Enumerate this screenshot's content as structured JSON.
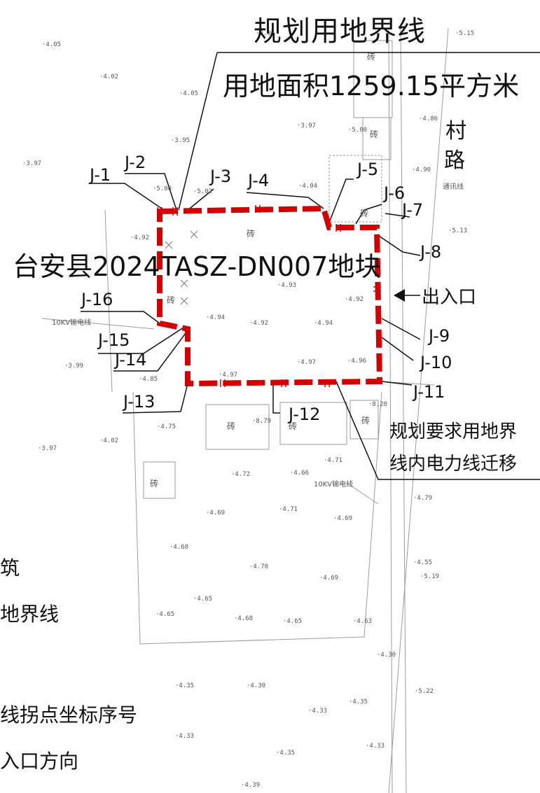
{
  "labels": {
    "title": "规划用地界线",
    "area": "用地面积1259.15平方米",
    "parcel": "台安县2024TASZ-DN007地块",
    "entrance": "出入口",
    "entrance_icon": "arrow-left-icon",
    "road_char1": "村",
    "road_char2": "路",
    "note_line1": "规划要求用地界",
    "note_line2": "线内电力线迁移",
    "legend_1": "建筑",
    "legend_2": "用地界线",
    "legend_3": "界线拐点坐标序号",
    "legend_4": "出入口方向",
    "powerline_1": "10KV输电线",
    "powerline_2": "10KV输电线",
    "brick": "砖",
    "road_small": "通讯线"
  },
  "points": [
    "J-1",
    "J-2",
    "J-3",
    "J-4",
    "J-5",
    "J-6",
    "J-7",
    "J-8",
    "J-9",
    "J-10",
    "J-11",
    "J-12",
    "J-13",
    "J-14",
    "J-15",
    "J-16"
  ],
  "elevations": [
    "4.05",
    "4.02",
    "3.97",
    "4.05",
    "3.95",
    "3.97",
    "5.02",
    "5.00",
    "4.04",
    "3.97",
    "5.00",
    "5.15",
    "4.86",
    "4.90",
    "5.13",
    "4.92",
    "4.93",
    "4.92",
    "4.94",
    "4.92",
    "4.94",
    "4.97",
    "4.97",
    "4.96",
    "4.85",
    "3.99",
    "4.75",
    "4.02",
    "3.97",
    "8.79",
    "8.20",
    "4.71",
    "4.72",
    "4.66",
    "4.69",
    "4.71",
    "4.69",
    "4.79",
    "4.68",
    "4.70",
    "4.69",
    "4.65",
    "4.65",
    "4.68",
    "4.65",
    "4.63",
    "4.55",
    "4.30",
    "4.35",
    "4.30",
    "4.35",
    "4.33",
    "5.22",
    "4.33",
    "4.35",
    "4.33",
    "4.39",
    "5.19"
  ],
  "colors": {
    "boundary": "#d40000",
    "ink": "#111111",
    "linework": "#8a8a8a"
  }
}
